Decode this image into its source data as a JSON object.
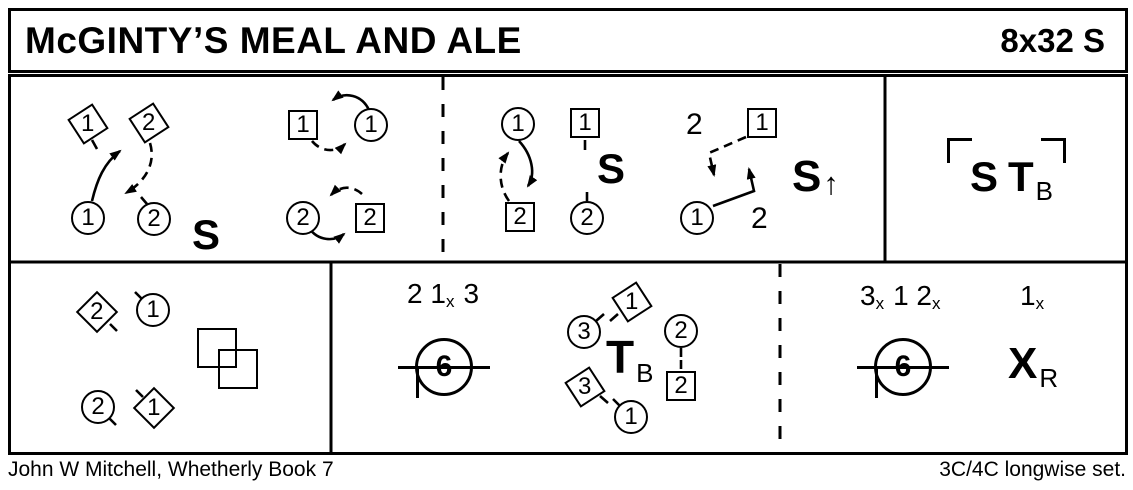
{
  "header": {
    "title": "McGINTY’S MEAL AND ALE",
    "signature": "8x32 S"
  },
  "footer": {
    "credit": "John W Mitchell, Whetherly Book 7",
    "set_info": "3C/4C longwise set."
  },
  "colors": {
    "ink": "#000000",
    "paper": "#ffffff"
  },
  "cells": {
    "a1": {
      "diamond1": "1",
      "diamond2": "2",
      "circle1": "1",
      "circle2": "2",
      "label": "S"
    },
    "a2": {
      "square1": "1",
      "circle1": "1",
      "circle2": "2",
      "square2": "2"
    },
    "b1": {
      "circle1": "1",
      "square1": "1",
      "square2": "2",
      "circle2": "2",
      "label": "S"
    },
    "b2": {
      "num_top": "2",
      "square1": "1",
      "circle1": "1",
      "num_bottom": "2",
      "label": "S",
      "arrow": "↑"
    },
    "c": {
      "label_s": "S",
      "label_t": "T",
      "label_sub": "B"
    },
    "d": {
      "diamond2": "2",
      "circle1": "1",
      "circle2": "2",
      "diamond1": "1"
    },
    "e": {
      "seq_a": "2 1",
      "seq_x": "x",
      "seq_b": "3",
      "count": "6",
      "label_t": "T",
      "label_sub": "B",
      "diamond1": "1",
      "circle3": "3",
      "circle2": "2",
      "square2": "2",
      "diamond3": "3",
      "circle1": "1"
    },
    "f": {
      "seq_a": "3",
      "seq_x1": "x",
      "seq_b": "1 2",
      "seq_x2": "x",
      "seq2_a": "1",
      "seq2_x": "x",
      "count": "6",
      "label_x": "X",
      "label_sub": "R"
    }
  }
}
